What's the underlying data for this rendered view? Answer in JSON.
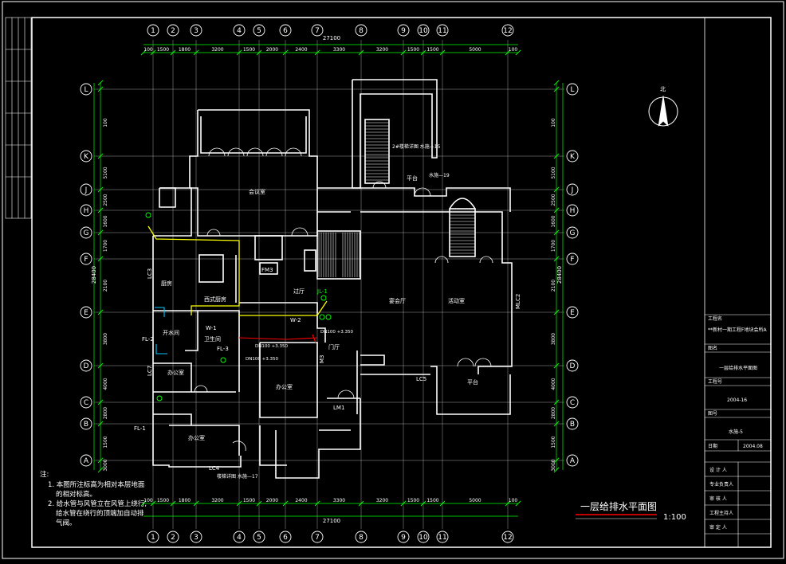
{
  "colors": {
    "background": "#000000",
    "frame": "#ffffff",
    "grid": "#c8c8c8",
    "dimension": "#00ff00",
    "wall": "#ffffff",
    "pipe_yellow": "#ffff00",
    "pipe_red": "#ff0000",
    "pipe_cyan": "#00c8ff",
    "title_underline": "#ff0000"
  },
  "axes": {
    "columns": [
      "1",
      "2",
      "3",
      "4",
      "5",
      "6",
      "7",
      "8",
      "9",
      "10",
      "11",
      "12"
    ],
    "rows": [
      "A",
      "B",
      "C",
      "D",
      "E",
      "F",
      "G",
      "H",
      "J",
      "K",
      "L"
    ]
  },
  "dimensions": {
    "top_total": "27100",
    "bottom_total": "27100",
    "column_spacings": [
      "100",
      "1500",
      "1800",
      "3200",
      "1500",
      "2000",
      "2400",
      "3300",
      "3200",
      "1500",
      "1500",
      "5000",
      "100"
    ],
    "left_total": "28400",
    "right_total": "28400",
    "row_spacings": [
      "3000",
      "1500",
      "2800",
      "4000",
      "3800",
      "2100",
      "1700",
      "1600",
      "2500",
      "5100",
      "100"
    ]
  },
  "rooms": {
    "conference": "会议室",
    "kitchen": "厨房",
    "west_kitchen": "西式厨房",
    "hall": "过厅",
    "banquet": "宴会厅",
    "activity": "活动室",
    "office_1": "办公室",
    "office_2": "办公室",
    "office_3": "办公室",
    "entry": "门厅",
    "terrace_1": "平台",
    "terrace_2": "平台",
    "bath": "卫生间",
    "boiler": "开水间"
  },
  "labels": {
    "lc3": "LC3",
    "lc7": "LC7",
    "lc4": "LC4",
    "lc5": "LC5",
    "mlc2": "MLC2",
    "lm1": "LM1",
    "m3": "M3",
    "fm3": "FM3",
    "pipe_jl1": "JL-1",
    "pipe_w1": "W-1",
    "pipe_w2": "W-2",
    "pipe_fl1": "FL-1",
    "pipe_fl2": "FL-2",
    "pipe_fl3": "FL-3",
    "dn100_a": "DN100 +3.350",
    "dn100_b": "DN100 +3.350",
    "dn100_c": "DN100 +3.350",
    "stair_ref_1": "2#楼梯详图 水施—15",
    "stair_ref_2": "水施—19",
    "stair_ref_3": "楼梯详图 水施—17",
    "north_label": "北"
  },
  "title_block": {
    "project_label": "工程名",
    "project_name": "**新村一期工程F地块会所A",
    "drawing_label": "图名",
    "drawing_name": "一层给排水平面图",
    "job_label": "工程号",
    "job_number": "2004-16",
    "sheet_label": "图号",
    "sheet_number": "水施-5",
    "date_label": "日期",
    "date_value": "2004.08",
    "roles": [
      "设 计 人",
      "专业负责人",
      "审 核 人",
      "工程主持人",
      "审 定 人"
    ]
  },
  "notes": {
    "heading": "注:",
    "items": [
      "1. 本图所注标高为相对本层地面",
      "的相对标高。",
      "2. 给水管与风管立在风管上绕行,",
      "给水管在绕行的顶端加自动排",
      "气阀。"
    ]
  },
  "drawing_title": {
    "name": "一层给排水平面图",
    "scale": "1:100"
  }
}
